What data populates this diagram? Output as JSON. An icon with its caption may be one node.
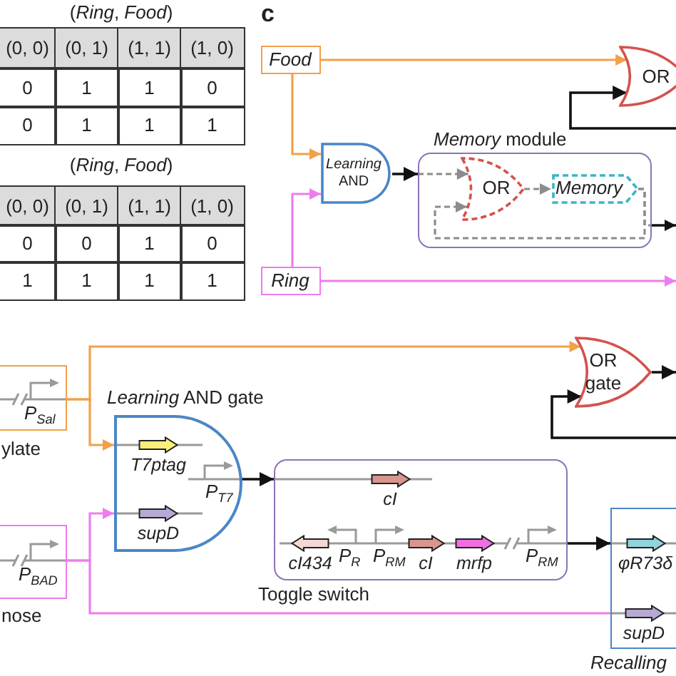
{
  "diagram": {
    "nodes": [
      {
        "text": [
          "Food"
        ]
      },
      {
        "text": [
          "OR"
        ]
      },
      {
        "text": [
          "*Learning* AND"
        ]
      },
      {
        "text": [
          "*Memory* module"
        ]
      },
      {
        "text": [
          "OR"
        ],
        "in": 3
      },
      {
        "text": [
          "Memory"
        ],
        "in": 3
      },
      {
        "text": [
          "Ring"
        ]
      },
      {
        "text": [
          "P$_{Sal}$"
        ],
        "beside": [
          "ylate"
        ]
      },
      {
        "text": [
          "OR gate"
        ]
      },
      {
        "text": [
          "*Learning* AND gate"
        ]
      },
      {
        "text": [
          "T7ptag"
        ],
        "in": 9
      },
      {
        "text": [
          "P$_{T7}$"
        ],
        "in": 9
      },
      {
        "text": [
          "supD"
        ],
        "in": 9
      },
      {
        "text": [
          "Toggle switch"
        ]
      },
      {
        "text": [
          "cI"
        ],
        "in": 13
      },
      {
        "text": [
          "cI434"
        ],
        "in": 13
      },
      {
        "text": [
          "P$_{R}$"
        ],
        "in": 13
      },
      {
        "text": [
          "P$_{RM}$"
        ],
        "in": 13
      },
      {
        "text": [
          "cI"
        ],
        "in": 13
      },
      {
        "text": [
          "mrfp"
        ],
        "in": 13
      },
      {
        "text": [
          "P$_{RM}$"
        ],
        "in": 13
      },
      {
        "text": [
          "P$_{BAD}$"
        ],
        "beside": [
          "nose"
        ]
      },
      {
        "text": [
          "Recalling"
        ]
      },
      {
        "text": [
          "φR73δ"
        ],
        "in": 22
      },
      {
        "text": [
          "supD"
        ],
        "in": 22
      }
    ],
    "edges": [
      {
        "from": 0,
        "to": 1,
        "arrow": "to",
        "color": "#f2a04a"
      },
      {
        "from": 0,
        "to": 2,
        "arrow": "to",
        "color": "#f2a04a"
      },
      {
        "from": 6,
        "to": 2,
        "arrow": "to",
        "color": "#ef7cef"
      },
      {
        "from": 6,
        "to": null,
        "arrow": "to",
        "color": "#ef7cef"
      },
      {
        "from": 2,
        "to": 3,
        "arrow": "to"
      },
      {
        "from": 3,
        "to": 4,
        "arrow": "to",
        "style": "dashed",
        "color": "#8c8c8c"
      },
      {
        "from": 4,
        "to": 5,
        "arrow": "to",
        "style": "dashed",
        "color": "#8c8c8c"
      },
      {
        "from": 5,
        "to": 4,
        "arrow": "to",
        "style": "dashed",
        "color": "#8c8c8c"
      },
      {
        "from": 5,
        "to": 3,
        "arrow": "none",
        "style": "dashed",
        "color": "#8c8c8c"
      },
      {
        "from": 3,
        "to": null,
        "arrow": "to"
      },
      {
        "from": null,
        "to": 1,
        "arrow": "to"
      },
      {
        "from": 7,
        "to": 9,
        "arrow": "to",
        "color": "#f2a04a"
      },
      {
        "from": 7,
        "to": 8,
        "arrow": "to",
        "color": "#f2a04a"
      },
      {
        "from": 21,
        "to": 9,
        "arrow": "to",
        "color": "#ef7cef"
      },
      {
        "from": 21,
        "to": 22,
        "arrow": "none",
        "color": "#ef7cef"
      },
      {
        "from": 9,
        "to": 13,
        "arrow": "to"
      },
      {
        "from": 13,
        "to": 22,
        "arrow": "to"
      },
      {
        "from": 8,
        "to": null,
        "arrow": "to"
      },
      {
        "from": null,
        "to": 8,
        "arrow": "to"
      }
    ],
    "labels": [
      "(*Ring*, *Food*)",
      "c",
      "(0, 0)",
      "(0, 1)",
      "(1, 1)",
      "(1, 0)",
      "0",
      "1",
      "1",
      "0",
      "0",
      "1",
      "1",
      "1",
      "(*Ring*, *Food*)",
      "(0, 0)",
      "(0, 1)",
      "(1, 1)",
      "(1, 0)",
      "0",
      "0",
      "1",
      "0",
      "1",
      "1",
      "1",
      "1"
    ]
  }
}
